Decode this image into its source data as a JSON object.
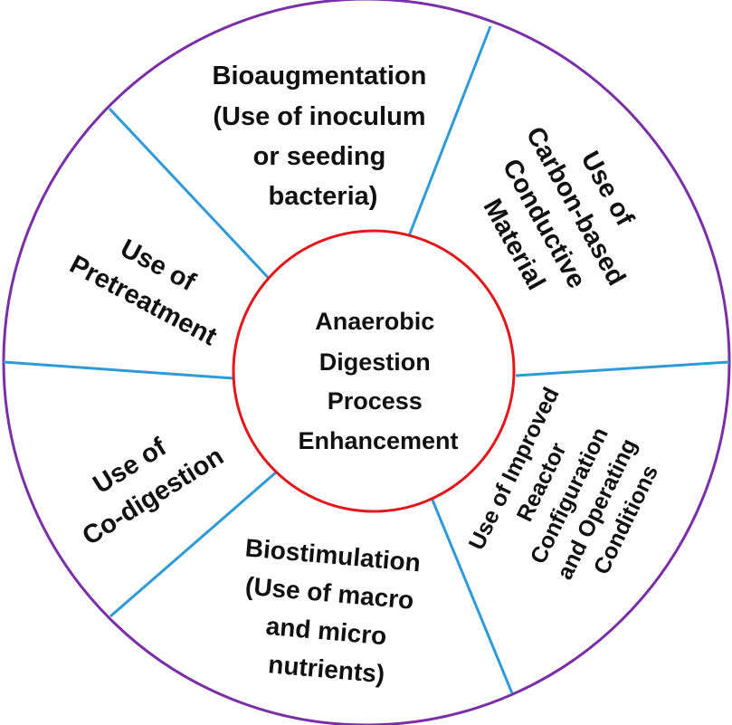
{
  "center": {
    "lines": [
      "Anaerobic",
      "Digestion",
      "Process",
      "Enhancement"
    ]
  },
  "segments": [
    {
      "id": "bioaugmentation",
      "lines": [
        "Bioaugmentation",
        "(Use of inoculum",
        "or seeding",
        "bacteria)"
      ]
    },
    {
      "id": "carbon-based-conductive-material",
      "lines": [
        "Use of",
        "Carbon-based",
        "Conductive",
        "Material"
      ]
    },
    {
      "id": "improved-reactor-configuration",
      "lines": [
        "Use of Improved",
        "Reactor",
        "Configuration",
        "and Operating",
        "Conditions"
      ]
    },
    {
      "id": "biostimulation",
      "lines": [
        "Biostimulation",
        "(Use of macro",
        "and micro",
        "nutrients)"
      ]
    },
    {
      "id": "co-digestion",
      "lines": [
        "Use of",
        "Co-digestion"
      ]
    },
    {
      "id": "pretreatment",
      "lines": [
        "Use of",
        "Pretreatment"
      ]
    }
  ],
  "colors": {
    "outer_ring": "#7B2FA6",
    "center_ring": "#E3161B",
    "spokes": "#2E9AD6",
    "text": "#111111"
  }
}
